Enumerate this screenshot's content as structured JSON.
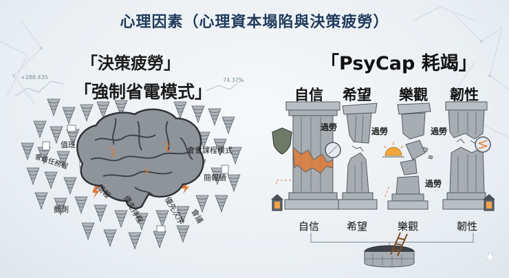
{
  "title": "心理因素（心理資本塌陷與決策疲勞）",
  "left": {
    "heading_line1": "「決策疲勞」",
    "heading_line2": "「強制省電模式」",
    "corner_left": "+288.435",
    "corner_right": "74.37%",
    "tornado_labels": [
      "值班",
      "會員任務程",
      "會會課程模式",
      "簡報績",
      "郵測",
      "優先排程",
      "優先次序",
      "會議",
      "簡報"
    ]
  },
  "right": {
    "heading": "「PsyCap 耗竭」",
    "pillars_top": [
      "自信",
      "希望",
      "樂觀",
      "韌性"
    ],
    "pillars_bottom": [
      "自信",
      "希望",
      "樂觀",
      "韌性"
    ],
    "overwork_labels": [
      "過勞",
      "過勞",
      "過勞",
      "過勞"
    ]
  },
  "colors": {
    "title": "#1f3a5c",
    "crack": "#e07a3a",
    "stone": "#a8adb2",
    "brain": "#8e9499"
  },
  "icons": [
    "brain-icon",
    "tornado-icon",
    "shield-icon",
    "compass-icon",
    "sunrise-icon",
    "spring-icon",
    "lantern-icon",
    "well-icon",
    "ladder-icon",
    "sparkle-icon"
  ]
}
